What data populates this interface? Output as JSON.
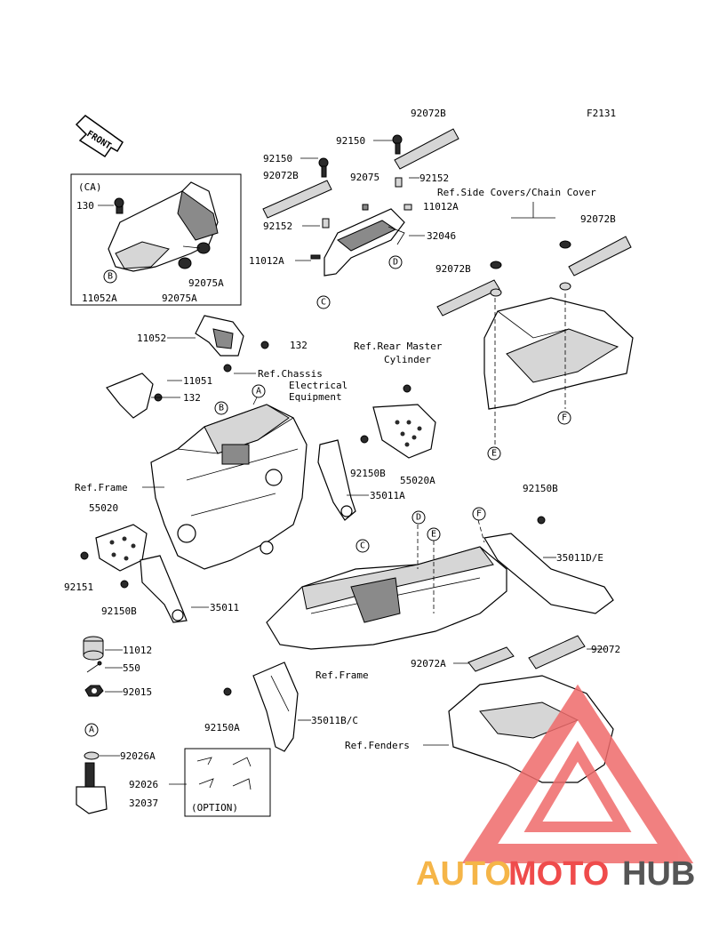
{
  "figure_code": "F2131",
  "front_arrow": "FRONT",
  "option_box": {
    "header": "(CA)"
  },
  "option_note": "(OPTION)",
  "watermark": {
    "auto": "AUTO",
    "moto": "MOTO",
    "hub": "HUB",
    "colors": {
      "auto": "#f5b548",
      "moto": "#ef4b4b",
      "hub": "#555555"
    }
  },
  "callouts": [
    "A",
    "B",
    "C",
    "D",
    "E",
    "F"
  ],
  "refs": {
    "side_covers": "Ref.Side Covers/Chain Cover",
    "rear_master_1": "Ref.Rear Master",
    "rear_master_2": "Cylinder",
    "chassis_1": "Ref.Chassis",
    "chassis_2": "Electrical",
    "chassis_3": "Equipment",
    "frame_left": "Ref.Frame",
    "frame_bottom": "Ref.Frame",
    "fenders": "Ref.Fenders"
  },
  "parts": {
    "p92072B_top": "92072B",
    "p92150_a": "92150",
    "p92150_b": "92150",
    "p92072B_b": "92072B",
    "p92075": "92075",
    "p92152_a": "92152",
    "p11012A_a": "11012A",
    "p92152_b": "92152",
    "p32046": "32046",
    "p11012A_b": "11012A",
    "p92072B_right": "92072B",
    "p92072B_mid": "92072B",
    "p130": "130",
    "p11052A": "11052A",
    "p92075A_a": "92075A",
    "p92075A_b": "92075A",
    "p11052": "11052",
    "p132_a": "132",
    "p11051": "11051",
    "p132_b": "132",
    "p92150B_a": "92150B",
    "p55020A": "55020A",
    "p35011A": "35011A",
    "p92150B_b": "92150B",
    "p55020": "55020",
    "p92151": "92151",
    "p92150B_c": "92150B",
    "p35011": "35011",
    "p35011DE": "35011D/E",
    "p11012": "11012",
    "p550": "550",
    "p92015": "92015",
    "p92072A": "92072A",
    "p92072": "92072",
    "p92150A": "92150A",
    "p35011BC": "35011B/C",
    "p92026A": "92026A",
    "p92026": "92026",
    "p32037": "32037"
  }
}
